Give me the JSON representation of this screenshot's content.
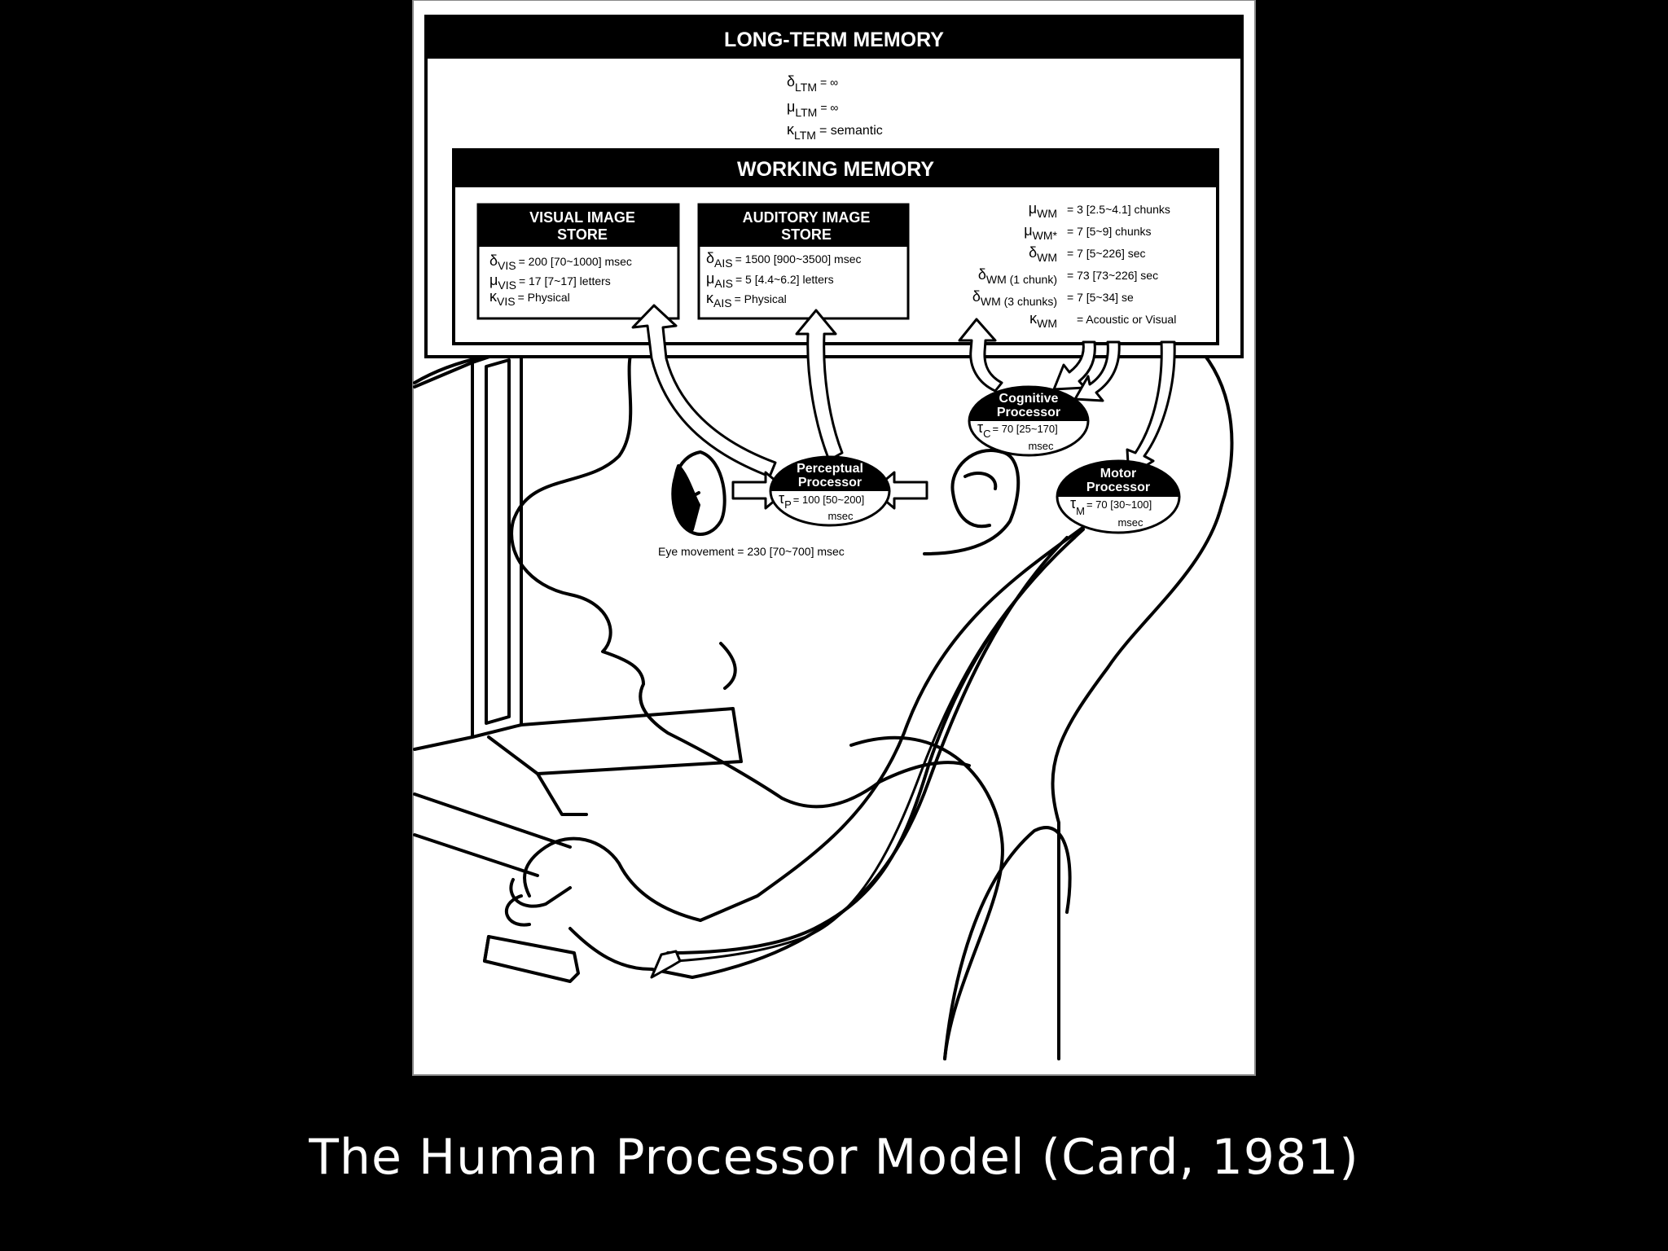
{
  "caption": "The Human Processor Model (Card, 1981)",
  "colors": {
    "background": "#000000",
    "figure_bg": "#ffffff",
    "ink": "#000000"
  },
  "long_term_memory": {
    "title": "LONG-TERM MEMORY",
    "params": [
      {
        "sym": "δ",
        "sub": "LTM",
        "value": "= ∞"
      },
      {
        "sym": "μ",
        "sub": "LTM",
        "value": "= ∞"
      },
      {
        "sym": "κ",
        "sub": "LTM",
        "value": "= semantic"
      }
    ]
  },
  "working_memory": {
    "title": "WORKING MEMORY",
    "params": [
      {
        "sym": "μ",
        "sub": "WM",
        "value": "=   3  [2.5~4.1]  chunks"
      },
      {
        "sym": "μ",
        "sub": "WM*",
        "value": "=   7  [5~9]  chunks"
      },
      {
        "sym": "δ",
        "sub": "WM",
        "value": "=   7  [5~226]  sec"
      },
      {
        "sym": "δ",
        "sub": "WM (1 chunk)",
        "value": "=  73  [73~226]  sec"
      },
      {
        "sym": "δ",
        "sub": "WM (3 chunks)",
        "value": "=   7  [5~34]  se"
      },
      {
        "sym": "κ",
        "sub": "WM",
        "value": "=  Acoustic or Visual"
      }
    ]
  },
  "visual_image_store": {
    "title_line1": "VISUAL IMAGE",
    "title_line2": "STORE",
    "params": [
      {
        "sym": "δ",
        "sub": "VIS",
        "value": "= 200 [70~1000]  msec"
      },
      {
        "sym": "μ",
        "sub": "VIS",
        "value": "= 17  [7~17]  letters"
      },
      {
        "sym": "κ",
        "sub": "VIS",
        "value": "=  Physical"
      }
    ]
  },
  "auditory_image_store": {
    "title_line1": "AUDITORY IMAGE",
    "title_line2": "STORE",
    "params": [
      {
        "sym": "δ",
        "sub": "AIS",
        "value": "= 1500  [900~3500]  msec"
      },
      {
        "sym": "μ",
        "sub": "AIS",
        "value": "=  5  [4.4~6.2]  letters"
      },
      {
        "sym": "κ",
        "sub": "AIS",
        "value": "=  Physical"
      }
    ]
  },
  "perceptual_processor": {
    "title_line1": "Perceptual",
    "title_line2": "Processor",
    "sym": "τ",
    "sub": "P",
    "value": "= 100 [50~200]",
    "unit": "msec"
  },
  "cognitive_processor": {
    "title_line1": "Cognitive",
    "title_line2": "Processor",
    "sym": "τ",
    "sub": "C",
    "value": "=  70  [25~170]",
    "unit": "msec"
  },
  "motor_processor": {
    "title_line1": "Motor",
    "title_line2": "Processor",
    "sym": "τ",
    "sub": "M",
    "value": "=  70  [30~100]",
    "unit": "msec"
  },
  "eye_movement": "Eye movement =  230  [70~700]  msec"
}
